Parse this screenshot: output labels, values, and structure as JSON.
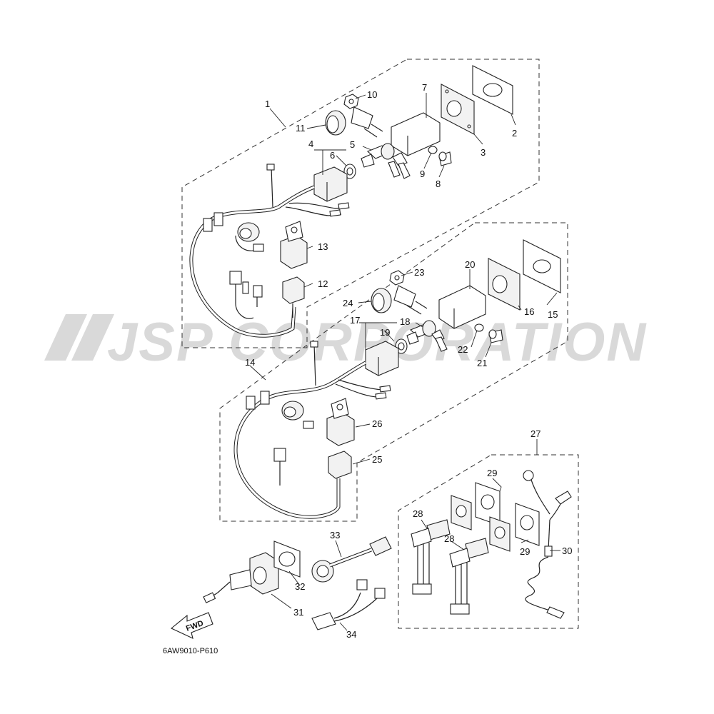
{
  "watermark": "JSP CORPORATION",
  "diagram_code": "6AW9010-P610",
  "direction_arrow": "FWD",
  "callouts": {
    "c1": "1",
    "c2": "2",
    "c3": "3",
    "c4": "4",
    "c5": "5",
    "c6": "6",
    "c7": "7",
    "c8": "8",
    "c9": "9",
    "c10": "10",
    "c11": "11",
    "c12": "12",
    "c13": "13",
    "c14": "14",
    "c15": "15",
    "c16": "16",
    "c17": "17",
    "c18": "18",
    "c19": "19",
    "c20": "20",
    "c21": "21",
    "c22": "22",
    "c23": "23",
    "c24": "24",
    "c25": "25",
    "c26": "26",
    "c27": "27",
    "c28a": "28",
    "c28b": "28",
    "c29a": "29",
    "c29b": "29",
    "c30": "30",
    "c31": "31",
    "c32": "32",
    "c33": "33",
    "c34": "34"
  },
  "colors": {
    "line": "#222222",
    "watermark": "#d9d9d9",
    "background": "#ffffff"
  }
}
